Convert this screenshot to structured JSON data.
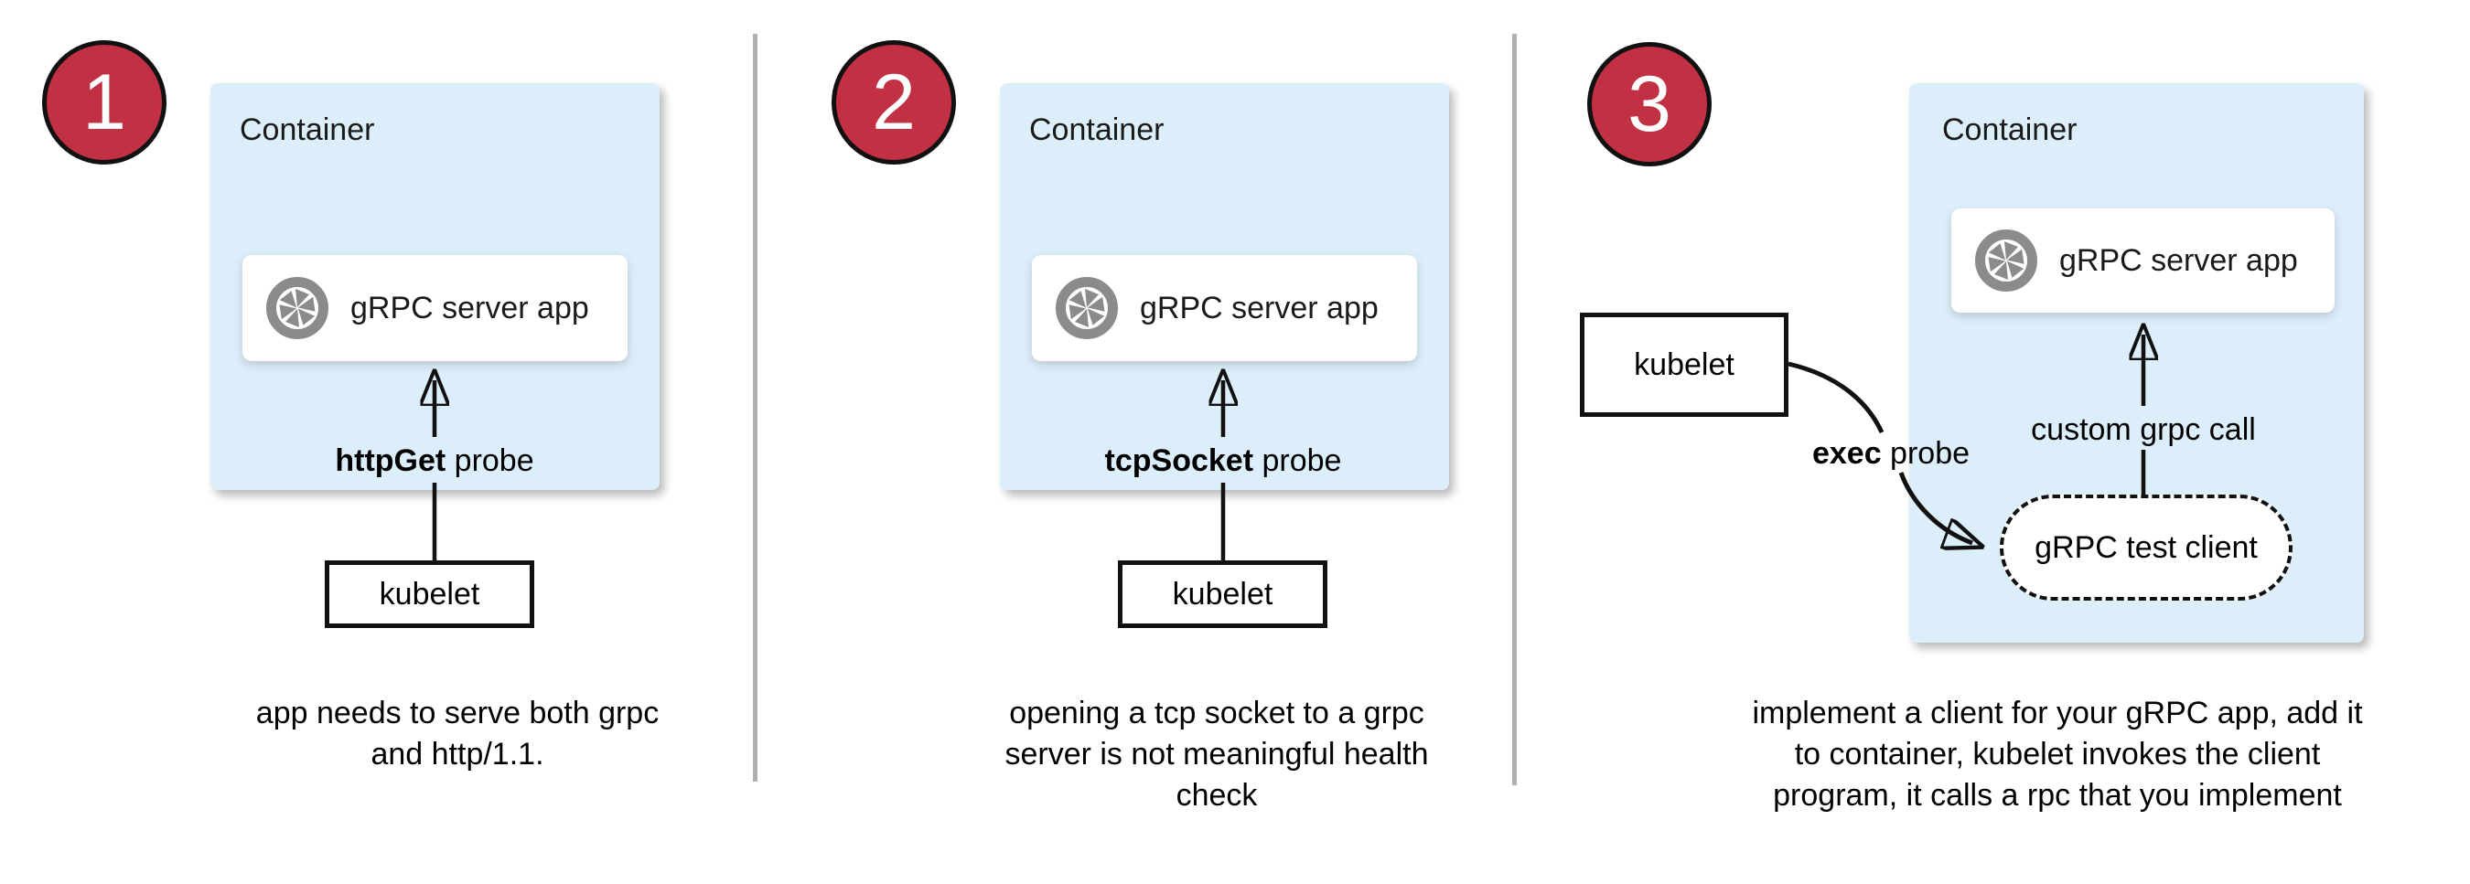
{
  "colors": {
    "accent_red": "#c13143",
    "container_blue": "#dceefa",
    "icon_gray": "#8b8b8b",
    "divider_gray": "#b0b0b0",
    "line_black": "#111111"
  },
  "icons": {
    "app_icon": "aperture-icon"
  },
  "panels": [
    {
      "number": "1",
      "container_label": "Container",
      "app_label": "gRPC server app",
      "probe_bold": "httpGet",
      "probe_rest": " probe",
      "kubelet_label": "kubelet",
      "caption": "app needs to serve both grpc\nand http/1.1."
    },
    {
      "number": "2",
      "container_label": "Container",
      "app_label": "gRPC server app",
      "probe_bold": "tcpSocket",
      "probe_rest": " probe",
      "kubelet_label": "kubelet",
      "caption": "opening a tcp socket to a grpc\nserver is not meaningful health\ncheck"
    },
    {
      "number": "3",
      "container_label": "Container",
      "app_label": "gRPC server app",
      "probe_bold": "exec",
      "probe_rest": " probe",
      "kubelet_label": "kubelet",
      "grpc_call_label": "custom grpc call",
      "test_client_label": "gRPC test client",
      "caption": "implement a client for your gRPC app, add it\nto container, kubelet invokes the client\nprogram, it calls a rpc that you implement"
    }
  ]
}
